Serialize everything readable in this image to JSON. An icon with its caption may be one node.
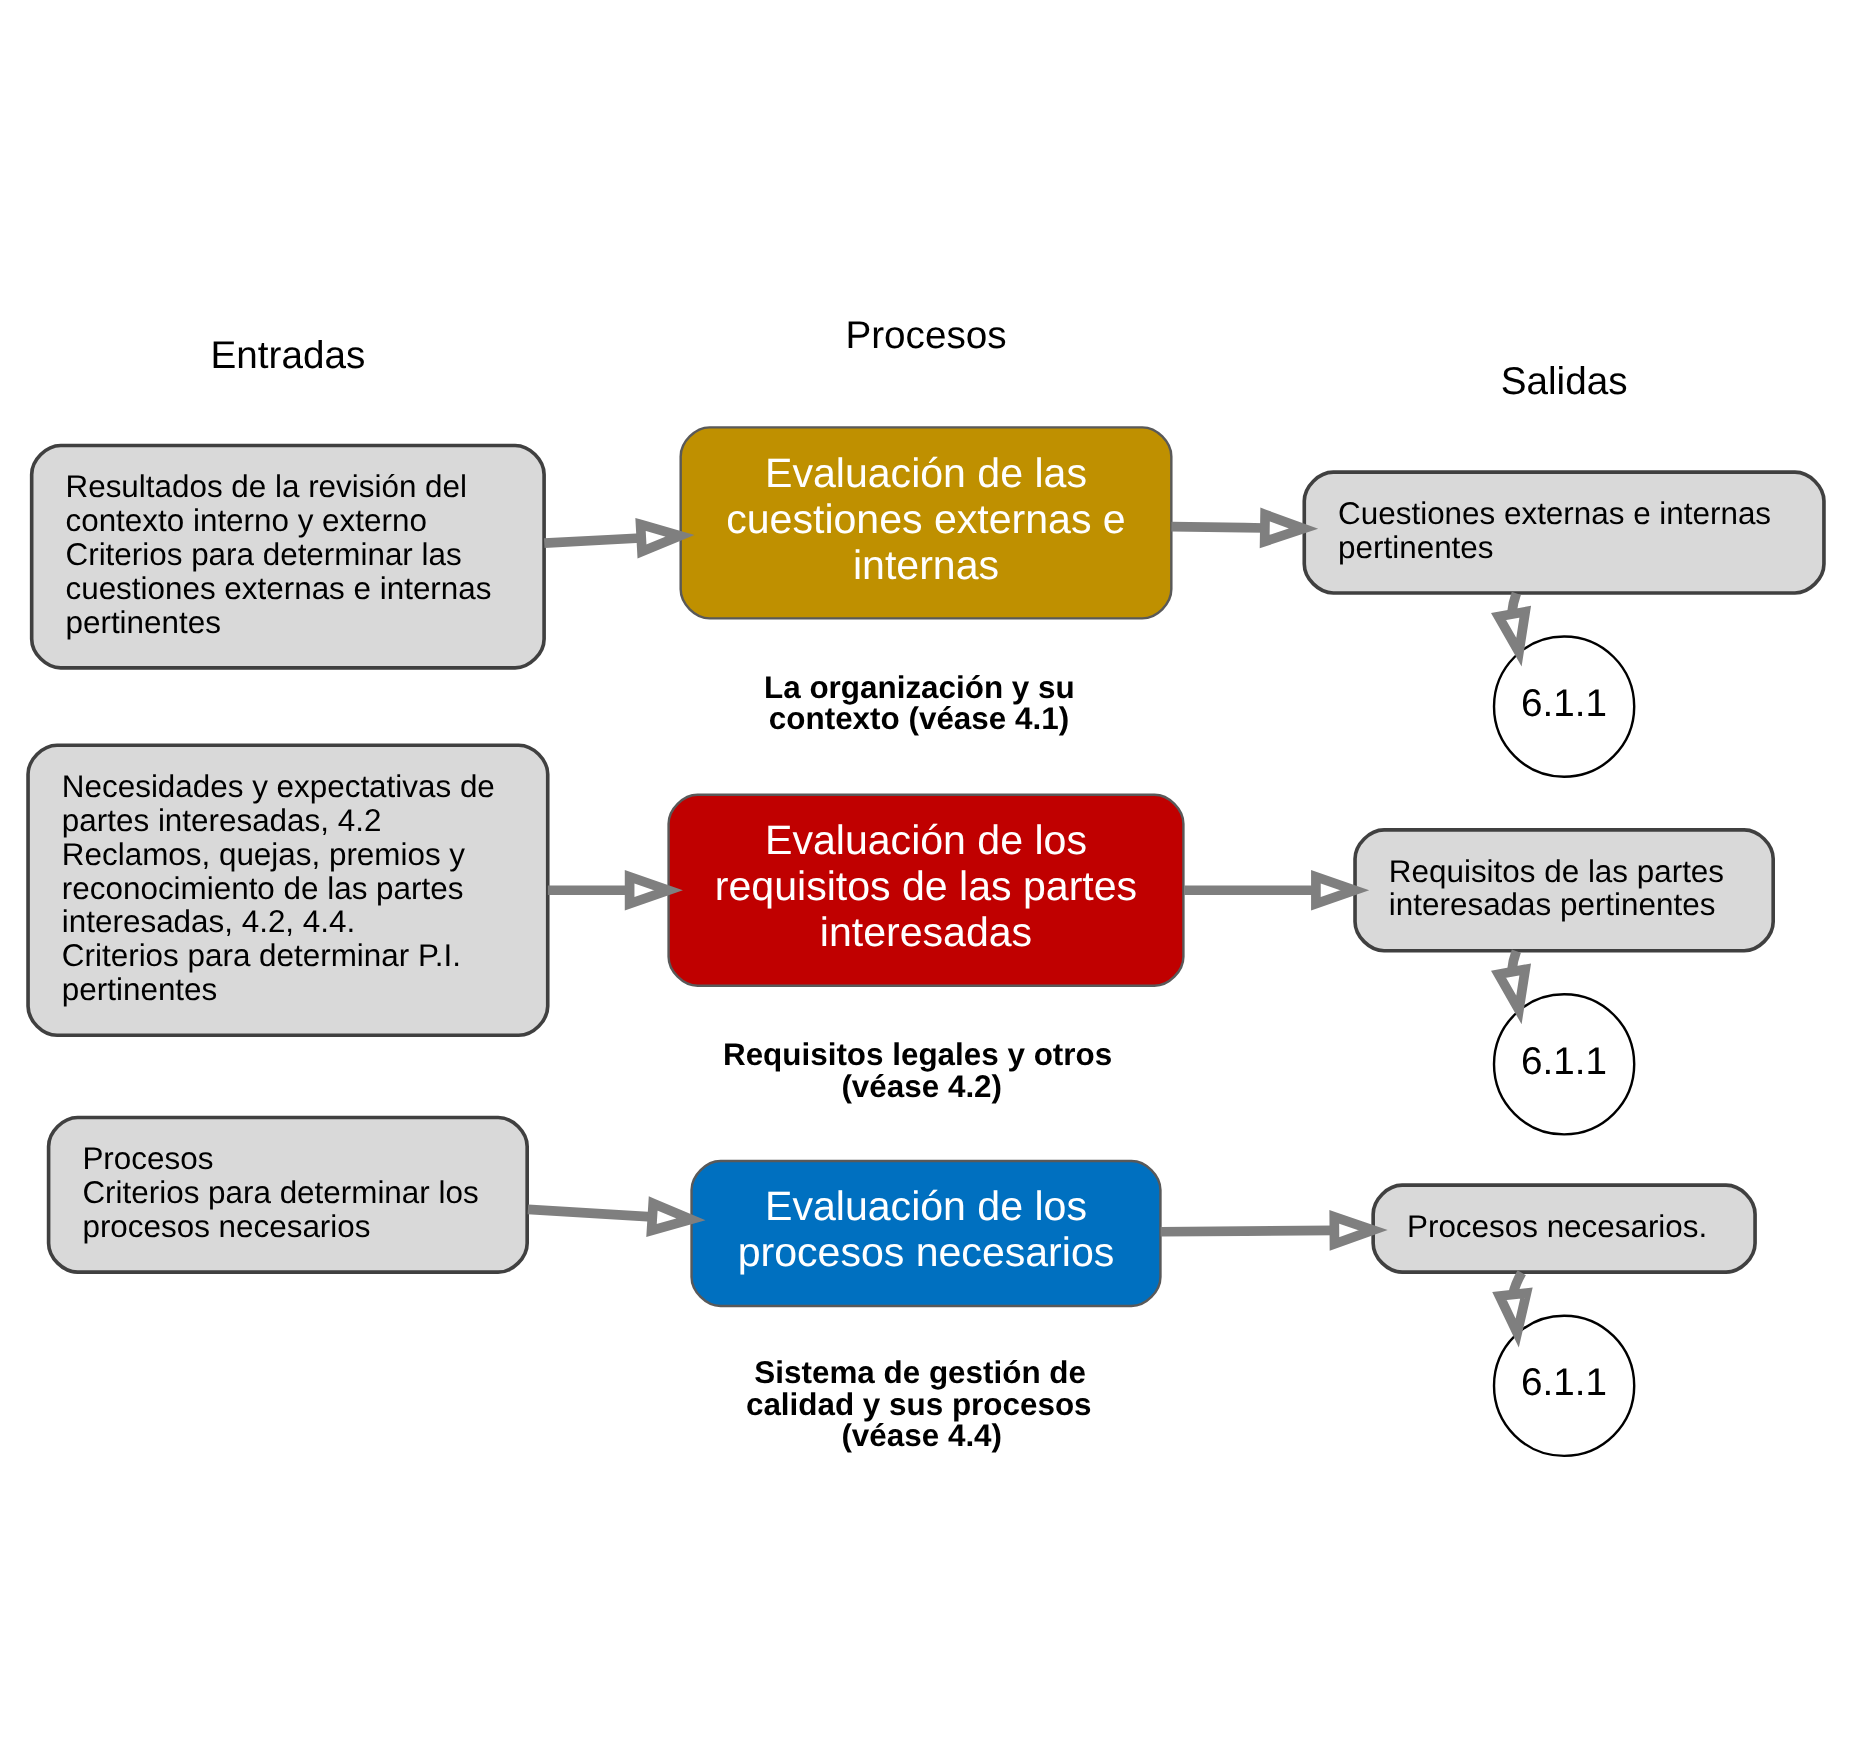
{
  "diagram": {
    "nodes": [
      {
        "text": [
          "Resultados de la revisión del contexto interno y externo",
          "Criterios para determinar las cuestiones externas e internas pertinentes"
        ]
      },
      {
        "text": [
          "Evaluación de las cuestiones externas e internas"
        ],
        "beside": [
          "La organización y su contexto (véase 4.1)"
        ]
      },
      {
        "text": [
          "Cuestiones externas e internas pertinentes"
        ]
      },
      {
        "text": [
          "6.1.1"
        ]
      },
      {
        "text": [
          "Necesidades y expectativas de partes interesadas, 4.2",
          "Reclamos, quejas, premios y reconocimiento de las partes interesadas, 4.2, 4.4.",
          "Criterios para determinar P.I. pertinentes"
        ]
      },
      {
        "text": [
          "Evaluación de los requisitos de las partes interesadas"
        ],
        "beside": [
          "Requisitos legales y otros (véase 4.2)"
        ]
      },
      {
        "text": [
          "Requisitos de las partes interesadas pertinentes"
        ]
      },
      {
        "text": [
          "6.1.1"
        ]
      },
      {
        "text": [
          "Procesos",
          "Criterios para determinar los procesos necesarios"
        ]
      },
      {
        "text": [
          "Evaluación de los procesos necesarios"
        ],
        "beside": [
          "Sistema de gestión de calidad y sus procesos (véase 4.4)"
        ]
      },
      {
        "text": [
          "Procesos necesarios."
        ]
      },
      {
        "text": [
          "6.1.1"
        ]
      }
    ],
    "edges": [
      {
        "from": 0,
        "to": 1,
        "arrow": "to"
      },
      {
        "from": 1,
        "to": 2,
        "arrow": "to"
      },
      {
        "from": 2,
        "to": 3,
        "arrow": "to"
      },
      {
        "from": 4,
        "to": 5,
        "arrow": "to"
      },
      {
        "from": 5,
        "to": 6,
        "arrow": "to"
      },
      {
        "from": 6,
        "to": 7,
        "arrow": "to"
      },
      {
        "from": 8,
        "to": 9,
        "arrow": "to"
      },
      {
        "from": 9,
        "to": 10,
        "arrow": "to"
      },
      {
        "from": 10,
        "to": 11,
        "arrow": "to"
      }
    ],
    "labels": [
      "Entradas",
      "Procesos",
      "Salidas"
    ]
  }
}
